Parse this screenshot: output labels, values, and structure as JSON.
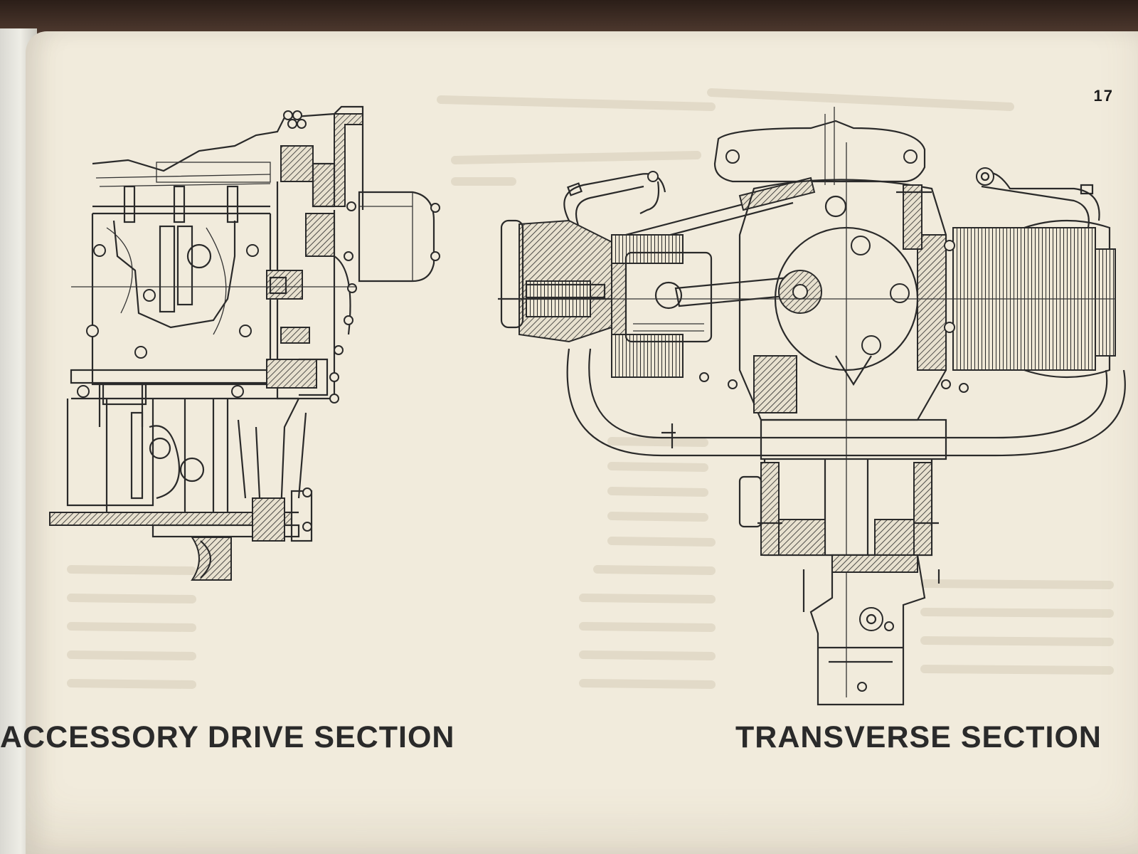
{
  "page": {
    "number": "17"
  },
  "figures": [
    {
      "id": "left",
      "caption": "ACCESSORY DRIVE SECTION"
    },
    {
      "id": "right",
      "caption": "TRANSVERSE SECTION"
    }
  ],
  "colors": {
    "paper": "#f1ebdc",
    "ink": "#2a2a2a",
    "background": "#3a2a22"
  }
}
